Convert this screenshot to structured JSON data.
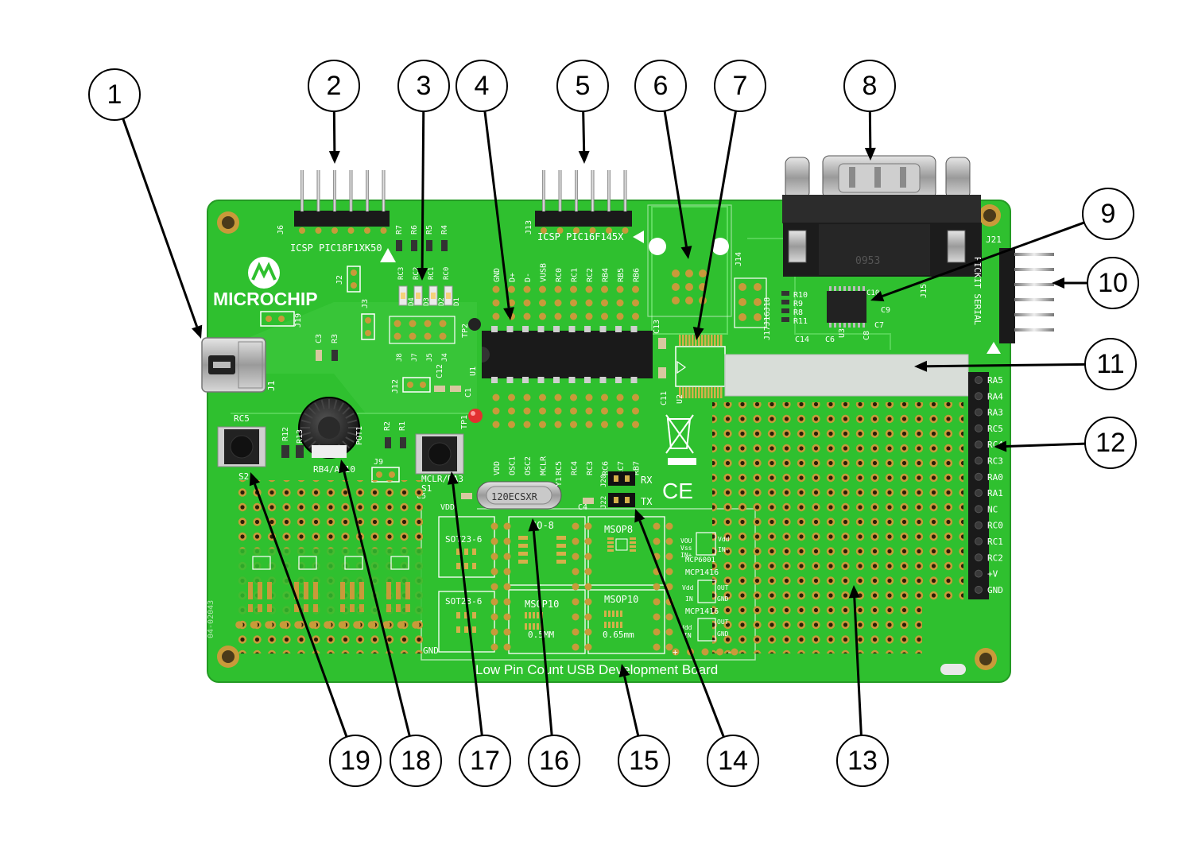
{
  "board": {
    "brand": "MICROCHIP",
    "title": "Low Pin Count USB Development Board",
    "board_number": "04-02043"
  },
  "headers": {
    "j6": "J6",
    "j6_label": "ICSP PIC18F1XK50",
    "j13": "J13",
    "j13_label": "ICSP PIC16F145X",
    "j21": "J21",
    "pickit": "PICKIT SERIAL",
    "j14": "J14",
    "j15": "J15",
    "j16_17_18": "J17J16J18"
  },
  "top_pin_labels": [
    "GND",
    "D+",
    "D-",
    "VUSB",
    "RC0",
    "RC1",
    "RC2",
    "RB4",
    "RB5",
    "RB6"
  ],
  "bottom_pin_labels": [
    "VDD",
    "OSC1",
    "OSC2",
    "MCLR",
    "RC5",
    "RC4",
    "RC3",
    "RC6",
    "RC7",
    "RB7"
  ],
  "right_pin_labels": [
    "RA5",
    "RA4",
    "RA3",
    "RC5",
    "RC4",
    "RC3",
    "RA0",
    "RA1",
    "NC",
    "RC0",
    "RC1",
    "RC2",
    "+V",
    "GND"
  ],
  "resistors_top": [
    "R7",
    "R6",
    "R5",
    "R4"
  ],
  "led_labels": [
    "RC3",
    "RC2",
    "RC1",
    "RC0"
  ],
  "led_refs": [
    "D4",
    "D3",
    "D2",
    "D1"
  ],
  "jumpers_left": [
    "J8",
    "J7",
    "J5",
    "J4"
  ],
  "silk": {
    "j1": "J1",
    "j2": "J2",
    "j3": "J3",
    "j19": "J19",
    "j12": "J12",
    "j9": "J9",
    "c3": "C3",
    "r3": "R3",
    "rc5": "RC5",
    "r12": "R12",
    "r13": "R13",
    "pot1": "POT1",
    "rb4": "RB4/AN10",
    "s2": "S2",
    "r2": "R2",
    "r1": "R1",
    "s1": "S1",
    "mclr": "MCLR/RA3",
    "c5": "C5",
    "vdd": "VDD",
    "c4": "C4",
    "y1": "Y1",
    "crystal": "120ECSXR",
    "u1": "U1",
    "u2": "U2",
    "tp1": "TP1",
    "tp2": "TP2",
    "c1": "C1",
    "c12": "C12",
    "c13": "C13",
    "c11": "C11",
    "rx": "RX",
    "tx": "TX",
    "j20": "J20",
    "j22": "J22",
    "r10": "R10",
    "r9": "R9",
    "r8": "R8",
    "r11": "R11",
    "c14": "C14",
    "c6": "C6",
    "c8": "C8",
    "c9": "C9",
    "c7": "C7",
    "u3": "U3",
    "c10": "C10",
    "db9": "0953",
    "ce": "CE"
  },
  "proto": {
    "sot23_a": "SOT23-6",
    "sot23_b": "SOT23-6",
    "so8": "SO-8",
    "msop8": "MSOP8",
    "msop10_a": "MSOP10",
    "msop10_a_pitch": "0.5MM",
    "msop10_b": "MSOP10",
    "msop10_b_pitch": "0.65mm",
    "gnd": "GND",
    "mcp6001": "MCP6001",
    "mcp6001_pins": [
      "VOU",
      "Vss",
      "IN+",
      "Vdd",
      "IN-"
    ],
    "mcp1416_a": "MCP1416",
    "mcp1416_b": "MCP1416",
    "mcp1416_pins": [
      "Vdd",
      "IN",
      "OUT",
      "GND"
    ],
    "plus": "+",
    "minus": "-"
  },
  "callouts": [
    "1",
    "2",
    "3",
    "4",
    "5",
    "6",
    "7",
    "8",
    "9",
    "10",
    "11",
    "12",
    "13",
    "14",
    "15",
    "16",
    "17",
    "18",
    "19"
  ],
  "colors": {
    "pcb": "#2fc02f",
    "pcb_trace": "#46d046",
    "silkscreen": "#ffffff",
    "pad": "#c8a040",
    "hole": "#3a2a10",
    "header_black": "#1a1a1a",
    "metal": "#b8b8b8"
  }
}
